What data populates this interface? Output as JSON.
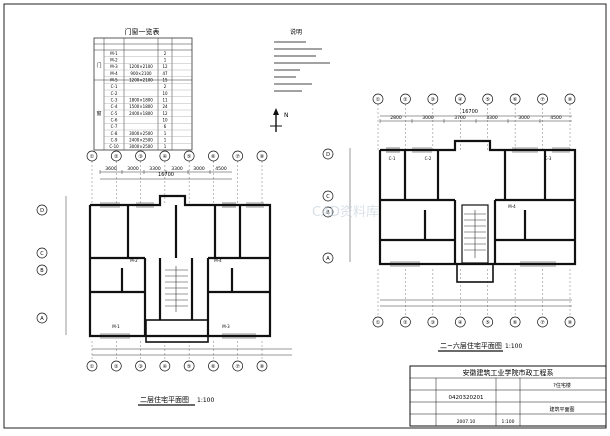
{
  "door_window_table": {
    "title": "门窗一览表",
    "group_door": "门",
    "group_window": "窗",
    "rows": [
      {
        "code": "M-1",
        "size": "",
        "qty": "2",
        "note": ""
      },
      {
        "code": "M-2",
        "size": "",
        "qty": "1",
        "note": ""
      },
      {
        "code": "M-3",
        "size": "1200×2100",
        "qty": "12",
        "note": ""
      },
      {
        "code": "M-4",
        "size": "900×2100",
        "qty": "47",
        "note": ""
      },
      {
        "code": "M-5",
        "size": "1200×2100",
        "qty": "15",
        "note": ""
      },
      {
        "code": "C-1",
        "size": "",
        "qty": "2",
        "note": ""
      },
      {
        "code": "C-2",
        "size": "",
        "qty": "10",
        "note": ""
      },
      {
        "code": "C-3",
        "size": "1800×1800",
        "qty": "11",
        "note": ""
      },
      {
        "code": "C-4",
        "size": "1500×1800",
        "qty": "24",
        "note": ""
      },
      {
        "code": "C-5",
        "size": "2400×1800",
        "qty": "12",
        "note": ""
      },
      {
        "code": "C-6",
        "size": "",
        "qty": "10",
        "note": ""
      },
      {
        "code": "C-7",
        "size": "",
        "qty": "6",
        "note": ""
      },
      {
        "code": "C-8",
        "size": "3000×2500",
        "qty": "1",
        "note": ""
      },
      {
        "code": "C-9",
        "size": "2400×2500",
        "qty": "1",
        "note": ""
      },
      {
        "code": "C-10",
        "size": "3000×2500",
        "qty": "1",
        "note": ""
      }
    ]
  },
  "notes": {
    "title": "说明"
  },
  "north_label": "N",
  "plan_left": {
    "title": "二层住宅平面图",
    "scale": "1:100",
    "axes_top": [
      "①",
      "②",
      "③",
      "④",
      "⑤",
      "⑥",
      "⑦",
      "⑧"
    ],
    "axes_left": [
      "D",
      "C",
      "B",
      "A"
    ],
    "overall_width": "16700",
    "top_dims": [
      "3600",
      "3000",
      "3300",
      "3300",
      "3000",
      "4500"
    ],
    "rooms": [
      "M-1",
      "M-2",
      "M-4",
      "M-3"
    ]
  },
  "plan_right": {
    "title": "二~六层住宅平面图",
    "scale": "1:100",
    "axes_top": [
      "①",
      "②",
      "③",
      "④",
      "⑤",
      "⑥",
      "⑦",
      "⑧"
    ],
    "axes_left": [
      "D",
      "C",
      "B",
      "A"
    ],
    "overall_width": "16700",
    "top_dims": [
      "2800",
      "3000",
      "3700",
      "3300",
      "3000",
      "4500"
    ],
    "rooms": [
      "C-1",
      "C-2",
      "C-3",
      "M-4"
    ]
  },
  "title_block": {
    "school": "安徽建筑工业学院市政工程系",
    "project": "?住宅楼",
    "design_content": "建筑平面图",
    "drawing_no": "0420320201",
    "scale": "1:100",
    "date": "2007.10"
  },
  "watermark": "CAD资料库"
}
